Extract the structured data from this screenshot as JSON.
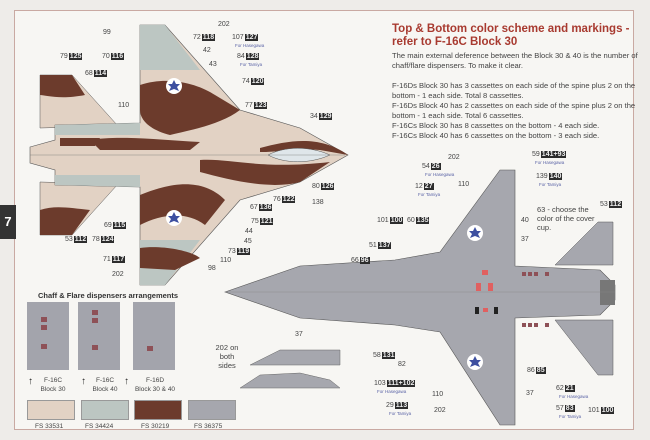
{
  "page_number": "7",
  "header": {
    "title": "Top & Bottom color scheme and markings - refer to F-16C Block 30",
    "intro": "The main external deference between the Block 30 & 40 is the number of chaff/flare dispensers. To make it clear.",
    "lines": [
      "F-16Ds Block 30 has 3 cassettes on each side of the spine plus 2 on the bottom - 1 each side. Total 8 cassettes.",
      "F-16Ds Block 40 has 2 cassettes on each side of the spine plus 2 on the bottom - 1 each side. Total 6 cassettes.",
      "F-16Cs Block 30 has 8 cassettes on the bottom - 4 each side.",
      "F-16Cs Block 40 has 6 cassettes on the bottom - 3 each side."
    ]
  },
  "top_view_callouts": [
    {
      "n": "202"
    },
    {
      "n": "99"
    },
    {
      "n": "72",
      "d": "118"
    },
    {
      "n": "107",
      "d": "127",
      "note": "For Hasegawa"
    },
    {
      "n": "42"
    },
    {
      "n": "84",
      "d": "128",
      "note": "For Tamiya"
    },
    {
      "n": "79",
      "d": "125"
    },
    {
      "n": "70",
      "d": "116"
    },
    {
      "n": "43"
    },
    {
      "n": "68",
      "d": "114"
    },
    {
      "n": "74",
      "d": "120"
    },
    {
      "n": "110"
    },
    {
      "n": "77",
      "d": "123"
    },
    {
      "n": "34",
      "d": "129"
    },
    {
      "n": "80",
      "d": "126"
    },
    {
      "n": "138"
    },
    {
      "n": "76",
      "d": "122"
    },
    {
      "n": "67",
      "d": "136"
    },
    {
      "n": "75",
      "d": "121"
    },
    {
      "n": "44"
    },
    {
      "n": "45"
    },
    {
      "n": "73",
      "d": "119"
    },
    {
      "n": "110"
    },
    {
      "n": "69",
      "d": "115"
    },
    {
      "n": "53",
      "d": "112"
    },
    {
      "n": "78",
      "d": "124"
    },
    {
      "n": "71",
      "d": "117"
    },
    {
      "n": "202"
    },
    {
      "n": "98"
    }
  ],
  "bottom_view_callouts": [
    {
      "n": "202"
    },
    {
      "n": "54",
      "d": "26",
      "note": "For Hasegawa"
    },
    {
      "n": "110"
    },
    {
      "n": "12",
      "d": "27",
      "note": "For Tamiya"
    },
    {
      "n": "59",
      "d": "141+93",
      "note": "For Hasegawa"
    },
    {
      "n": "139",
      "d": "140",
      "note": "For Tamiya"
    },
    {
      "n": "101",
      "d": "100"
    },
    {
      "n": "60",
      "d": "135"
    },
    {
      "n": "40"
    },
    {
      "n": "63 - choose the color of the cover cup."
    },
    {
      "n": "53",
      "d": "112"
    },
    {
      "n": "51",
      "d": "137"
    },
    {
      "n": "37"
    },
    {
      "n": "66",
      "d": "96"
    },
    {
      "n": "58",
      "d": "131"
    },
    {
      "n": "82"
    },
    {
      "n": "86",
      "d": "85"
    },
    {
      "n": "103",
      "d": "111+102",
      "note": "For Hasegawa"
    },
    {
      "n": "110"
    },
    {
      "n": "37"
    },
    {
      "n": "62",
      "d": "21",
      "note": "For Hasegawa"
    },
    {
      "n": "29",
      "d": "113",
      "note": "For Tamiya"
    },
    {
      "n": "202"
    },
    {
      "n": "57",
      "d": "83",
      "note": "For Tamiya"
    },
    {
      "n": "101",
      "d": "100"
    },
    {
      "n": "37"
    },
    {
      "n": "202 on both sides"
    }
  ],
  "chaff": {
    "title": "Chaff & Flare dispensers arrangements",
    "items": [
      {
        "model": "F-16C",
        "block": "Block 30"
      },
      {
        "model": "F-16C",
        "block": "Block 40"
      },
      {
        "model": "F-16D",
        "block": "Block 30 & 40"
      }
    ]
  },
  "swatches": [
    {
      "label": "FS 33531",
      "color": "#e2d2c4"
    },
    {
      "label": "FS 34424",
      "color": "#bcc6c2"
    },
    {
      "label": "FS 30219",
      "color": "#6c3b2c"
    },
    {
      "label": "FS 36375",
      "color": "#a6a7ae"
    }
  ],
  "colors": {
    "title": "#a83a30",
    "roundel": "#3d4fa0",
    "gray": "#a6a7ae",
    "brown": "#6c3b2c",
    "tan": "#e2d2c4",
    "light": "#bcc6c2"
  }
}
